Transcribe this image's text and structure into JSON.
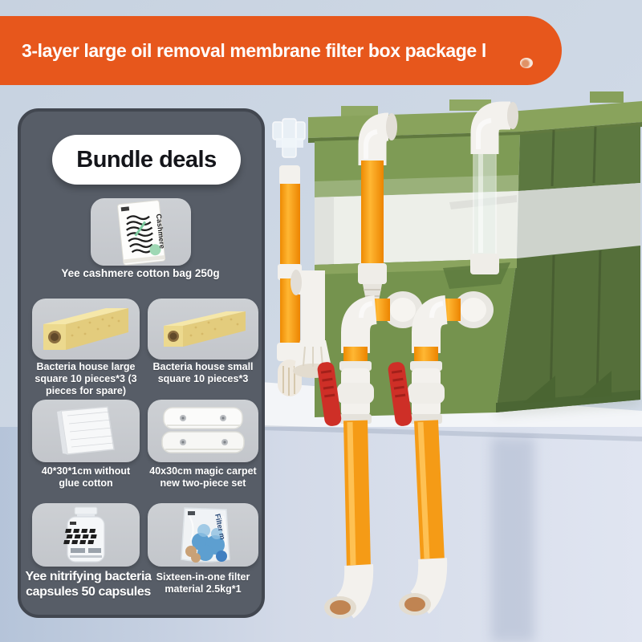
{
  "banner": {
    "title": "3-layer large oil removal membrane filter box package l",
    "bg_color": "#e7571c",
    "text_color": "#ffffff"
  },
  "bundle_panel": {
    "heading": "Bundle deals",
    "panel_color": "#575d67",
    "tile_color": "#c8cbd0",
    "items": [
      {
        "id": "cashmere-bag",
        "label": "Yee cashmere cotton bag 250g",
        "package_text": "Cashmere"
      },
      {
        "id": "bacteria-house-large",
        "label": "Bacteria house large square 10 pieces*3 (3 pieces for spare)"
      },
      {
        "id": "bacteria-house-small",
        "label": "Bacteria house small square 10 pieces*3"
      },
      {
        "id": "glue-free-cotton",
        "label": "40*30*1cm without glue cotton"
      },
      {
        "id": "magic-carpet",
        "label": "40x30cm magic carpet new two-piece set"
      },
      {
        "id": "nitrifying-capsules",
        "label": "Yee nitrifying bacteria capsules 50 capsules"
      },
      {
        "id": "filter-material",
        "label": "Sixteen-in-one filter material 2.5kg*1",
        "package_text": "Filter m"
      }
    ]
  },
  "scene": {
    "colors": {
      "box_green_front": "#7e9b55",
      "box_green_side": "#5c7840",
      "box_lid": "#89a35c",
      "box_white_band": "#edefe9",
      "pipe_orange": "#f59b16",
      "pipe_white": "#f3f1ed",
      "valve_red": "#ce2f27",
      "wall": "#ccd6e3",
      "table_front": "#dbe1ed"
    }
  }
}
